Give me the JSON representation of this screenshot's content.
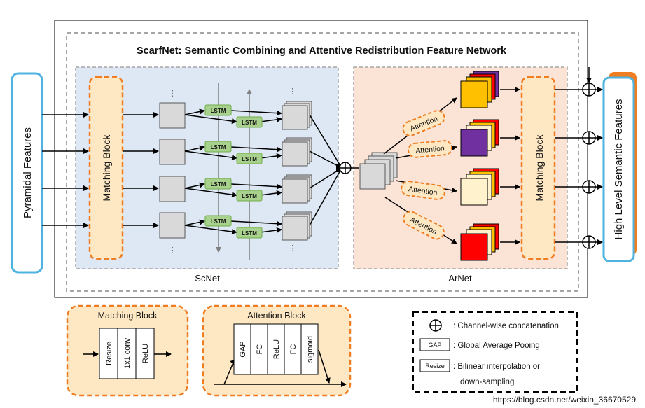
{
  "title": "ScarfNet: Semantic Combining and Attentive Redistribution Feature Network",
  "left_block": {
    "label": "Pyramidal Features"
  },
  "right_block": {
    "label": "High Level Semantic Features"
  },
  "scnet": {
    "label": "ScNet",
    "matching_block_label": "Matching Block",
    "lstm_label": "LSTM"
  },
  "arnet": {
    "label": "ArNet",
    "matching_block_label": "Matching Block",
    "attention_label": "Attention"
  },
  "matching_legend": {
    "title": "Matching Block",
    "layers": [
      "Resize",
      "1x1 conv",
      "ReLU"
    ]
  },
  "attention_legend": {
    "title": "Attention Block",
    "layers": [
      "GAP",
      "FC",
      "ReLU",
      "FC",
      "sigmoid"
    ]
  },
  "symbol_legend": {
    "concat": ": Channel-wise concatenation",
    "gap_tag": "GAP",
    "gap_desc": ": Global Average Pooing",
    "resize_tag": "Resize",
    "resize_desc_1": ": Bilinear interpolation or",
    "resize_desc_2": "down-sampling"
  },
  "watermark": "https://blog.csdn.net/weixin_36670529",
  "colors": {
    "orange": "#ef7d22",
    "cream": "#fde8c3",
    "scnet_bg": "#dde8f4",
    "arnet_bg": "#fbe4d6",
    "lstm_green": "#a9d18e",
    "blue_frame": "#4fb3e0",
    "gray_box": "#d9d9d9",
    "yellow": "#ffc000",
    "purple": "#7030a0",
    "lightyellow": "#fff2cc",
    "red": "#ff0000"
  }
}
